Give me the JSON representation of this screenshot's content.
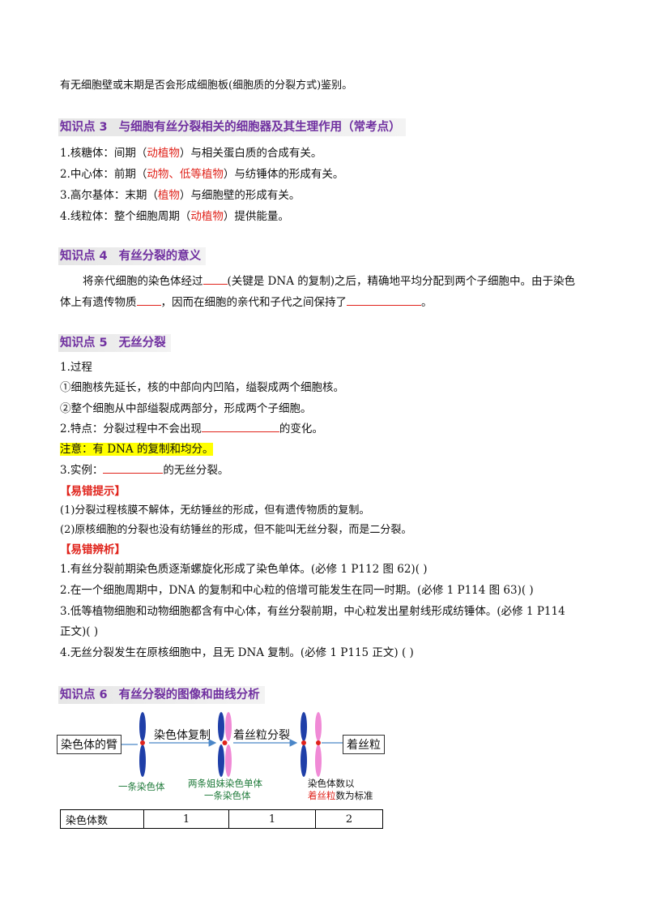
{
  "intro_line": "有无细胞壁或末期是否会形成细胞板(细胞质的分裂方式)鉴别。",
  "kp3": {
    "num": "知识点 3",
    "title": "与细胞有丝分裂相关的细胞器及其生理作用（常考点）",
    "items": [
      {
        "pre": "1.核糖体：间期（",
        "red": "动植物",
        "post": "）与相关蛋白质的合成有关。"
      },
      {
        "pre": "2.中心体：前期（",
        "red": "动物、低等植物",
        "post": "）与纺锤体的形成有关。"
      },
      {
        "pre": "3.高尔基体：末期（",
        "red": "植物",
        "post": "）与细胞壁的形成有关。"
      },
      {
        "pre": "4.线粒体：整个细胞周期（",
        "red": "动植物",
        "post": "）提供能量。"
      }
    ]
  },
  "kp4": {
    "num": "知识点 4",
    "title": "有丝分裂的意义",
    "p1_a": "将亲代细胞的染色体经过",
    "p1_b": "(关键是 DNA 的复制)之后，精确地平均分配到两个子细胞中。由于染色",
    "p2_a": "体上有遗传物质",
    "p2_b": "，因而在细胞的亲代和子代之间保持了",
    "p2_c": "。"
  },
  "kp5": {
    "num": "知识点 5",
    "title": "无丝分裂",
    "l1": "1.过程",
    "l2": "①细胞核先延长，核的中部向内凹陷，缢裂成两个细胞核。",
    "l3": "②整个细胞从中部缢裂成两部分，形成两个子细胞。",
    "l4_a": "2.特点：分裂过程中不会出现",
    "l4_b": "的变化。",
    "note": "注意：有 DNA 的复制和均分。",
    "l5_a": "3.实例：",
    "l5_b": "的无丝分裂。",
    "tip_title": "【易错提示】",
    "tip1": "(1)分裂过程核膜不解体，无纺锤丝的形成，但有遗传物质的复制。",
    "tip2": "(2)原核细胞的分裂也没有纺锤丝的形成，但不能叫无丝分裂，而是二分裂。",
    "judge_title": "【易错辨析】",
    "j1": "1.有丝分裂前期染色质逐渐螺旋化形成了染色单体。(必修 1  P112 图 62)(          )",
    "j2": "2.在一个细胞周期中，DNA 的复制和中心粒的倍增可能发生在同一时期。(必修 1  P114 图 63)(          )",
    "j3a": "3.低等植物细胞和动物细胞都含有中心体，有丝分裂前期，中心粒发出星射线形成纺锤体。(必修 1  P114",
    "j3b": "正文)(          )",
    "j4": "4.无丝分裂发生在原核细胞中，且无 DNA 复制。(必修 1  P115 正文)  (          )"
  },
  "kp6": {
    "num": "知识点 6",
    "title": "有丝分裂的图像和曲线分析",
    "diagram": {
      "label_arm": "染色体的臂",
      "label_copy": "染色体复制",
      "label_split": "着丝粒分裂",
      "label_centromere": "着丝粒",
      "cap1": "一条染色体",
      "cap2a": "两条姐妹染色单体",
      "cap2b": "一条染色体",
      "cap3a": "染色体数以",
      "cap3b_red": "着丝粒",
      "cap3b": "数为标准",
      "colors": {
        "blue": "#1f3fa8",
        "pink": "#f08ad6",
        "arrow": "#4a86c8",
        "red": "#e0231b"
      }
    },
    "table": {
      "header": "染色体数",
      "values": [
        "1",
        "1",
        "2"
      ]
    }
  }
}
